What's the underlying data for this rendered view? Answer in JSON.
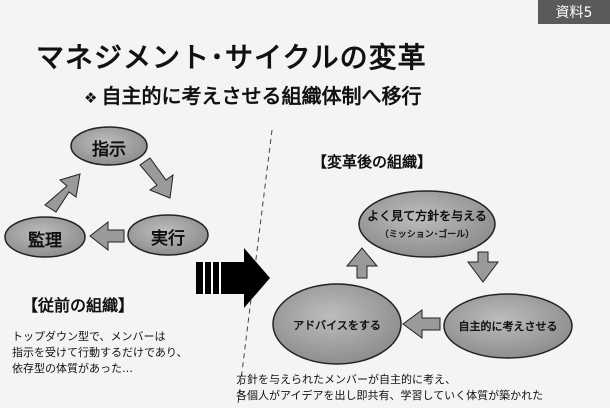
{
  "doc_tag": "資料5",
  "title": "マネジメント･サイクルの変革",
  "subtitle": {
    "bullet": "❖",
    "text": "自主的に考えさせる組織体制へ移行"
  },
  "before": {
    "heading": "【従前の組織】",
    "nodes": {
      "top": "指示",
      "right": "実行",
      "left": "監理"
    },
    "description": [
      "トップダウン型で、メンバーは",
      "指示を受けて行動するだけであり、",
      "依存型の体質があった…"
    ]
  },
  "after": {
    "heading": "【変革後の組織】",
    "nodes": {
      "top_line1": "よく見て方針を与える",
      "top_line2": "（ミッション･ゴール）",
      "right": "自主的に考えさせる",
      "left": "アドバイスをする"
    },
    "description": [
      "方針を与えられたメンバーが自主的に考え、",
      "各個人がアイデアを出し即共有、学習していく体質が築かれた"
    ]
  },
  "colors": {
    "ellipse_fill": "#9b9b9b",
    "arrow_fill": "#9a9a9a",
    "big_arrow": "#000000",
    "tag_bg": "#5a5a5a"
  }
}
